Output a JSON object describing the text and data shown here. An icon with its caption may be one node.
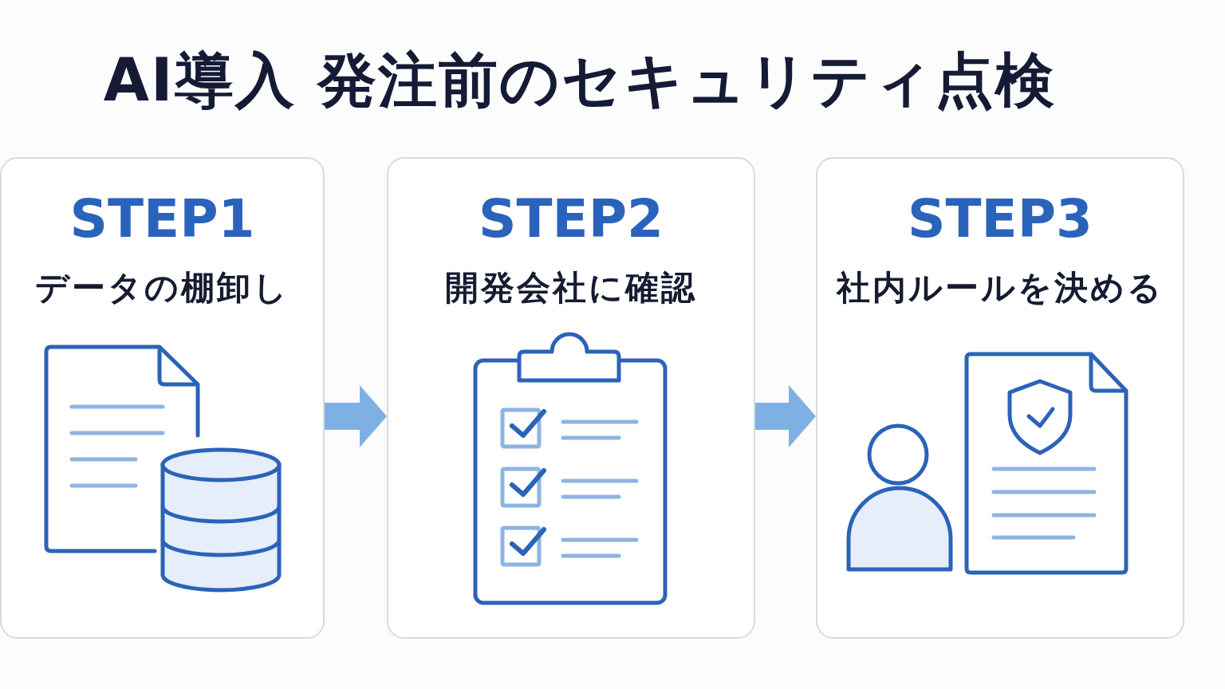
{
  "diagram": {
    "title": "AI導入 発注前のセキュリティ点検",
    "nodes": [
      {
        "text": [
          "STEP1",
          "データの棚卸し"
        ]
      },
      {
        "text": [
          "STEP2",
          "開発会社に確認"
        ]
      },
      {
        "text": [
          "STEP3",
          "社内ルールを決める"
        ]
      }
    ],
    "edges": [
      {
        "from": 0,
        "to": 1,
        "arrow": "to"
      },
      {
        "from": 1,
        "to": 2,
        "arrow": "to"
      }
    ]
  }
}
